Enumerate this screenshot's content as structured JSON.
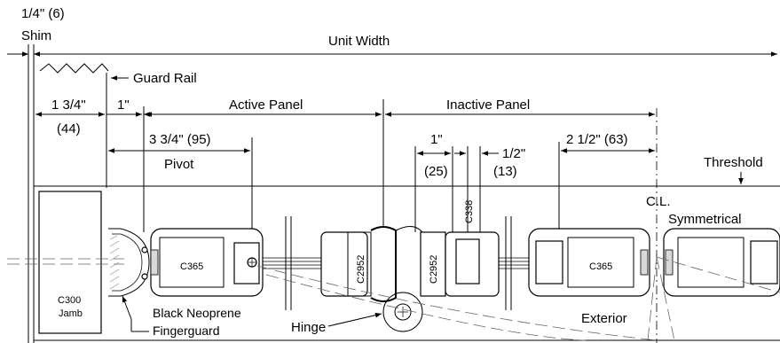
{
  "labels": {
    "shim_dim": "1/4\" (6)",
    "shim": "Shim",
    "unit_width": "Unit Width",
    "guard_rail": "Guard Rail",
    "dim_134": "1 3/4\"",
    "dim_44": "(44)",
    "dim_1": "1\"",
    "active_panel": "Active Panel",
    "inactive_panel": "Inactive Panel",
    "dim_334": "3 3/4\" (95)",
    "pivot": "Pivot",
    "dim_1b": "1\"",
    "dim_25": "(25)",
    "dim_half": "1/2\"",
    "dim_13": "(13)",
    "dim_212": "2 1/2\" (63)",
    "threshold": "Threshold",
    "cl": "C.L.",
    "symmetrical": "Symmetrical",
    "c338": "C338",
    "c300": "C300",
    "jamb": "Jamb",
    "c365_left": "C365",
    "c2952_left": "C2952",
    "c2952_right": "C2952",
    "c365_right": "C365",
    "black_neoprene": "Black Neoprene",
    "fingerguard": "Fingerguard",
    "hinge": "Hinge",
    "exterior": "Exterior"
  },
  "colors": {
    "line": "#000000",
    "fill_grey": "#d8d8d8",
    "background": "#ffffff"
  }
}
